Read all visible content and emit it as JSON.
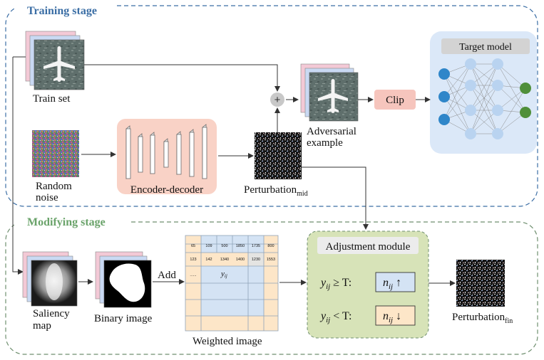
{
  "training": {
    "title": "Training stage",
    "train_set": "Train set",
    "random_noise": [
      "Random",
      "noise"
    ],
    "encoder_decoder": "Encoder-decoder",
    "perturbation_mid": "Perturbation",
    "perturbation_mid_sub": "mid",
    "adversarial": [
      "Adversarial",
      "example"
    ],
    "clip": "Clip",
    "target_model": "Target model",
    "plus": "+"
  },
  "modifying": {
    "title": "Modifying stage",
    "saliency": [
      "Saliency",
      "map"
    ],
    "binary": "Binary image",
    "add": "Add",
    "weighted": "Weighted image",
    "adjustment": "Adjustment module",
    "cond_ge": "y",
    "cond_ge_sub": "ij",
    "cond_ge_rest": " ≥ T:",
    "cond_lt": "y",
    "cond_lt_sub": "ij",
    "cond_lt_rest": " < T:",
    "n_up": "n",
    "n_up_sub": "ij",
    "n_up_arrow": " ↑",
    "n_down": "n",
    "n_down_sub": "ij",
    "n_down_arrow": " ↓",
    "perturbation_fin": "Perturbation",
    "perturbation_fin_sub": "fin"
  },
  "weighted_grid": {
    "row1": [
      "65",
      "109",
      "500",
      "1850",
      "1735",
      "800"
    ],
    "row2": [
      "123",
      "142",
      "1340",
      "1400",
      "1230",
      "1553"
    ],
    "row3_dots": "......",
    "yij": "y",
    "yij_sub": "ij"
  },
  "colors": {
    "training_border": "#3b6ea5",
    "training_title": "#3b6ea5",
    "modifying_border": "#6f8f6f",
    "modifying_title": "#6aa36a",
    "encoder_bg": "#f9d2c6",
    "clip_bg": "#f6c5bd",
    "target_bg": "#dbe8f8",
    "adjust_bg": "#d7e3b8",
    "grid_orange": "#fde6c8",
    "grid_blue": "#d4e3f4"
  }
}
